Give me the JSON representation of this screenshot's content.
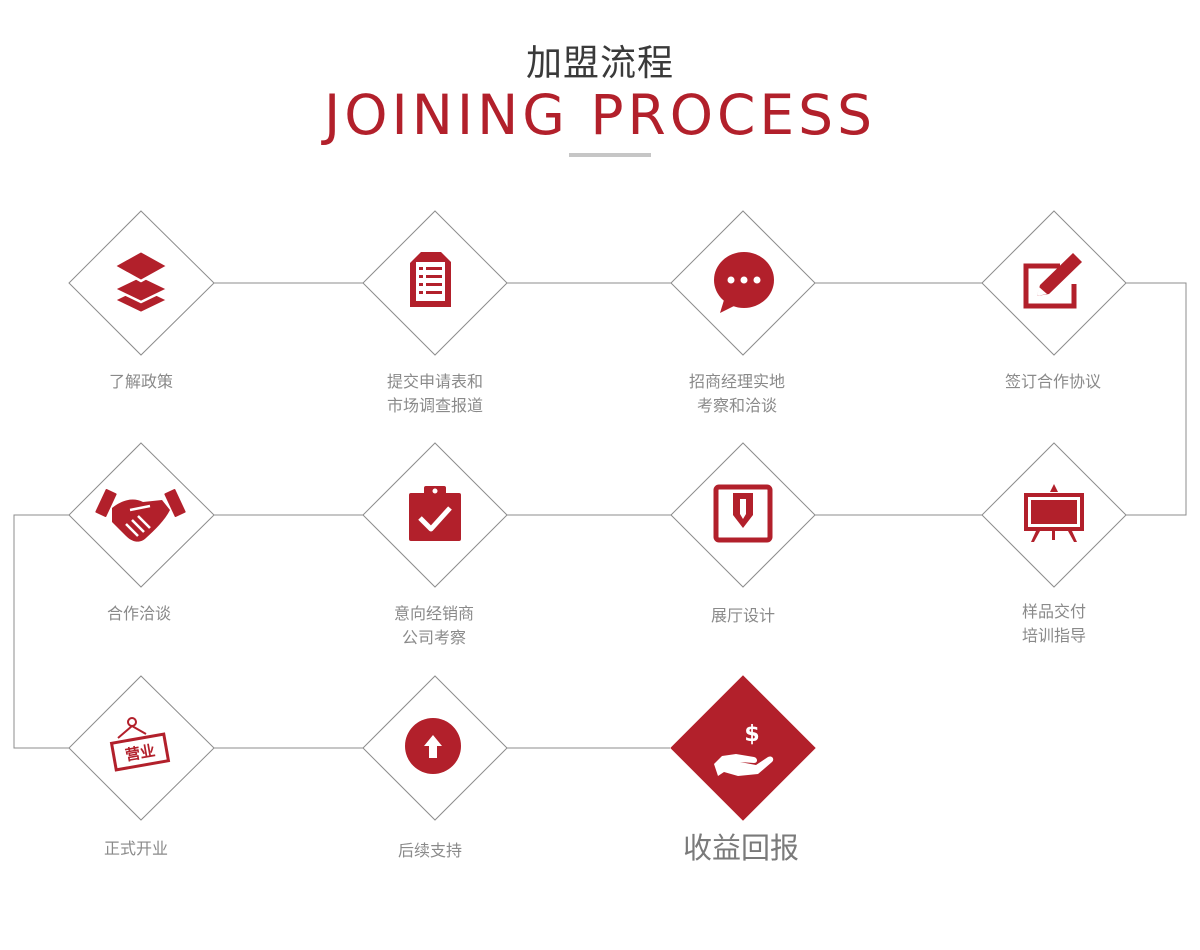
{
  "header": {
    "title_cn": "加盟流程",
    "title_en": "JOINING PROCESS"
  },
  "colors": {
    "accent": "#b2202b",
    "line": "#8c8c8c",
    "label": "#8a8a8a"
  },
  "steps": [
    {
      "lines": [
        "了解政策"
      ],
      "icon": "layers-icon"
    },
    {
      "lines": [
        "提交申请表和",
        "市场调查报道"
      ],
      "icon": "document-icon"
    },
    {
      "lines": [
        "招商经理实地",
        "考察和洽谈"
      ],
      "icon": "chat-bubble-icon"
    },
    {
      "lines": [
        "签订合作协议"
      ],
      "icon": "edit-icon"
    },
    {
      "lines": [
        "样品交付",
        "培训指导"
      ],
      "icon": "easel-board-icon"
    },
    {
      "lines": [
        "展厅设计"
      ],
      "icon": "download-box-icon"
    },
    {
      "lines": [
        "意向经销商",
        "公司考察"
      ],
      "icon": "clipboard-check-icon"
    },
    {
      "lines": [
        "合作洽谈"
      ],
      "icon": "handshake-icon"
    },
    {
      "lines": [
        "正式开业"
      ],
      "icon": "open-sign-icon",
      "sign_text": "营业"
    },
    {
      "lines": [
        "后续支持"
      ],
      "icon": "arrow-up-circle-icon"
    },
    {
      "lines": [
        "收益回报"
      ],
      "icon": "hand-dollar-icon",
      "highlight": true
    }
  ]
}
